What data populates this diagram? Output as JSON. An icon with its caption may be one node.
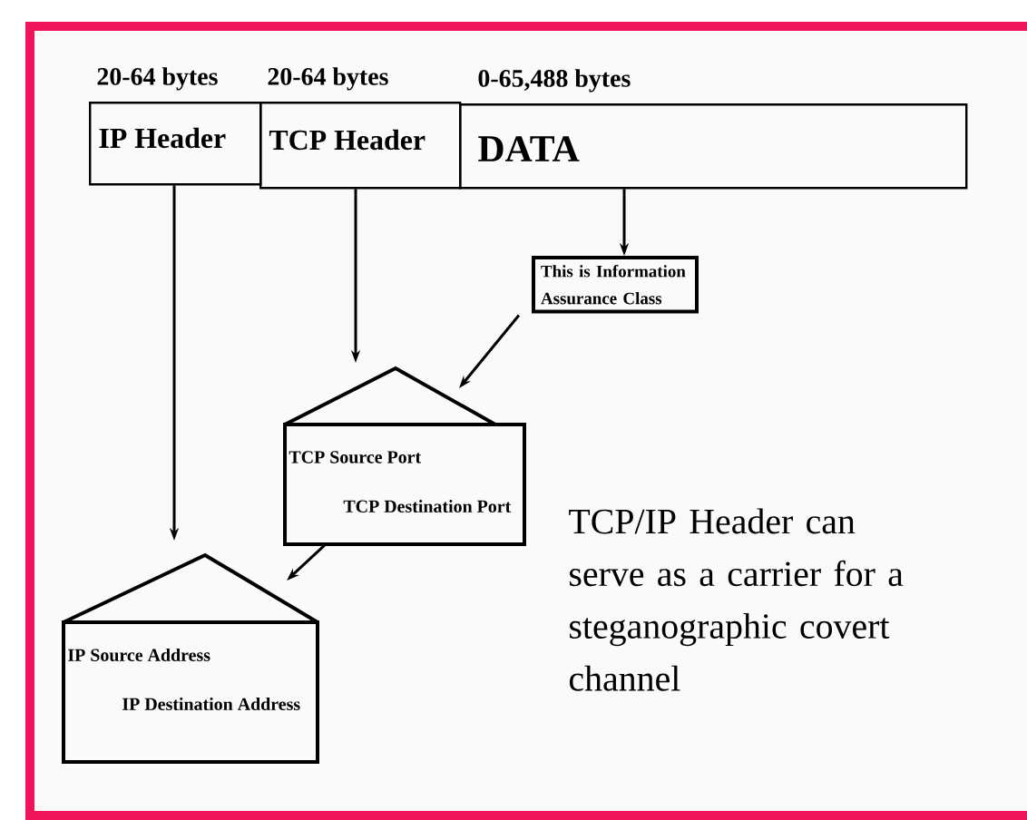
{
  "diagram": {
    "nodes": [
      {
        "text": [
          "IP Header"
        ],
        "beside": [
          "20-64 bytes"
        ]
      },
      {
        "text": [
          "TCP Header"
        ],
        "beside": [
          "20-64 bytes"
        ]
      },
      {
        "text": [
          "DATA"
        ],
        "beside": [
          "0-65,488 bytes"
        ]
      },
      {
        "text": [
          "This is Information Assurance Class"
        ]
      },
      {
        "text": [
          "TCP Source Port",
          "TCP Destination Port"
        ]
      },
      {
        "text": [
          "IP Source Address",
          "IP Destination Address"
        ]
      }
    ],
    "edges": [
      {
        "from": 0,
        "to": 5,
        "arrow": "to"
      },
      {
        "from": 1,
        "to": 4,
        "arrow": "to"
      },
      {
        "from": 2,
        "to": 3,
        "arrow": "to"
      },
      {
        "from": 3,
        "to": 4,
        "arrow": "to"
      },
      {
        "from": 4,
        "to": 5,
        "arrow": "to"
      }
    ],
    "labels": [
      "TCP/IP Header can serve as a carrier for a steganographic covert channel"
    ]
  }
}
